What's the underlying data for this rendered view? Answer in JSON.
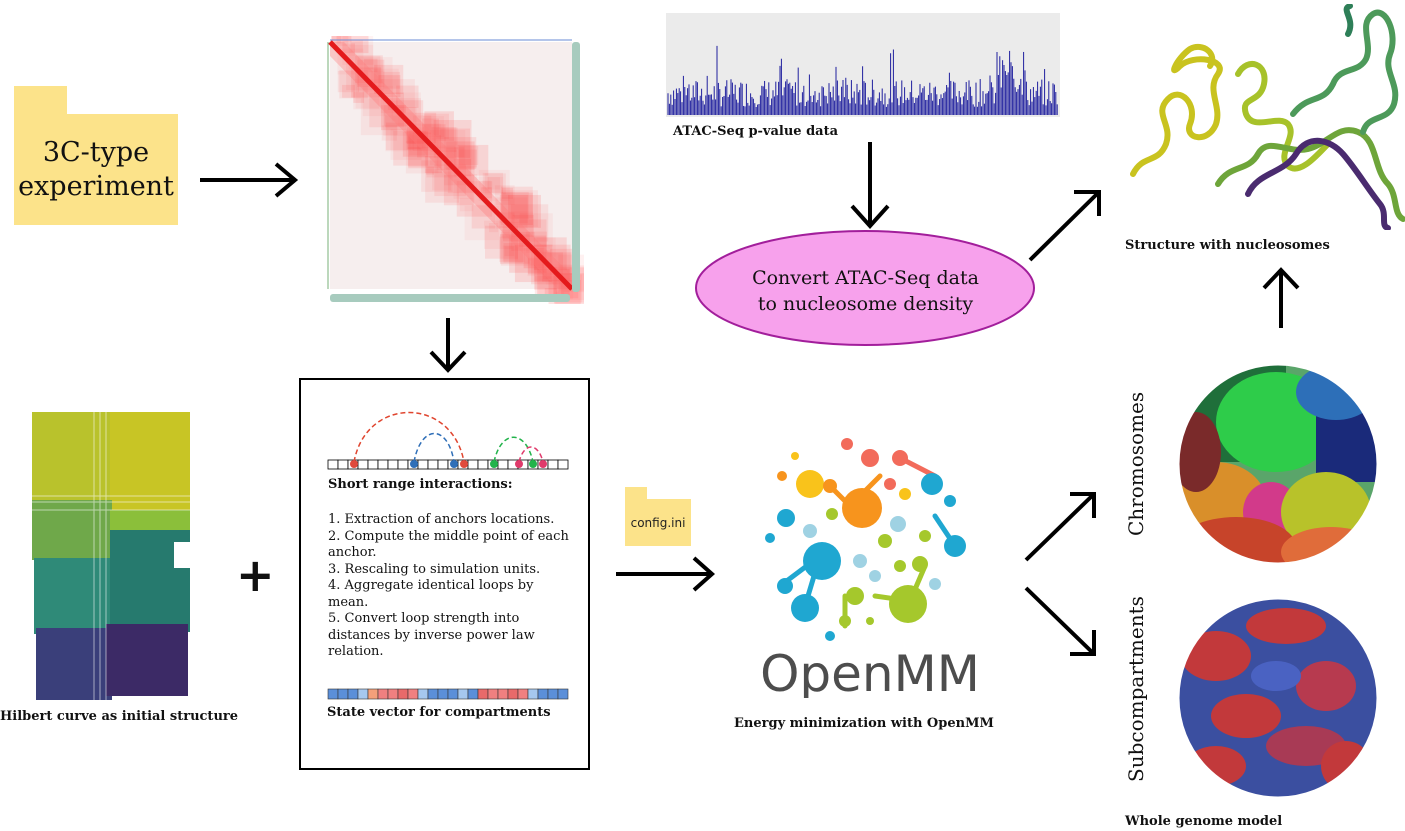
{
  "experiment": {
    "label_line1": "3C-type",
    "label_line2": "experiment"
  },
  "atac": {
    "caption": "ATAC-Seq p-value data"
  },
  "convert": {
    "line1": "Convert ATAC-Seq data",
    "line2": "to nucleosome density",
    "fill": "#f7a1ec",
    "stroke": "#a21e9b"
  },
  "hilbert": {
    "caption": "Hilbert curve as initial structure"
  },
  "plus": "+",
  "box": {
    "short_range_title": "Short range interactions:",
    "steps": [
      "1. Extraction of anchors locations.",
      "2. Compute the middle point of each anchor.",
      "3. Rescaling to simulation units.",
      "4. Aggregate identical loops by mean.",
      "5. Convert loop strength into distances by inverse power law relation."
    ],
    "state_vector_title": "State vector for compartments"
  },
  "config": {
    "label": "config.ini"
  },
  "openmm": {
    "logo_text": "OpenMM",
    "caption": "Energy minimization  with OpenMM"
  },
  "nucleosomes": {
    "caption": "Structure with nucleosomes"
  },
  "chromosomes": {
    "label": "Chromosomes"
  },
  "subcompartments": {
    "label": "Subcompartments"
  },
  "whole_genome": {
    "caption": "Whole genome model"
  },
  "colors": {
    "folder": "#fce38a",
    "heatmap": "#e41a1c",
    "atac_bar": "#1f1f9e",
    "logo_gray": "#4d4d4d"
  }
}
